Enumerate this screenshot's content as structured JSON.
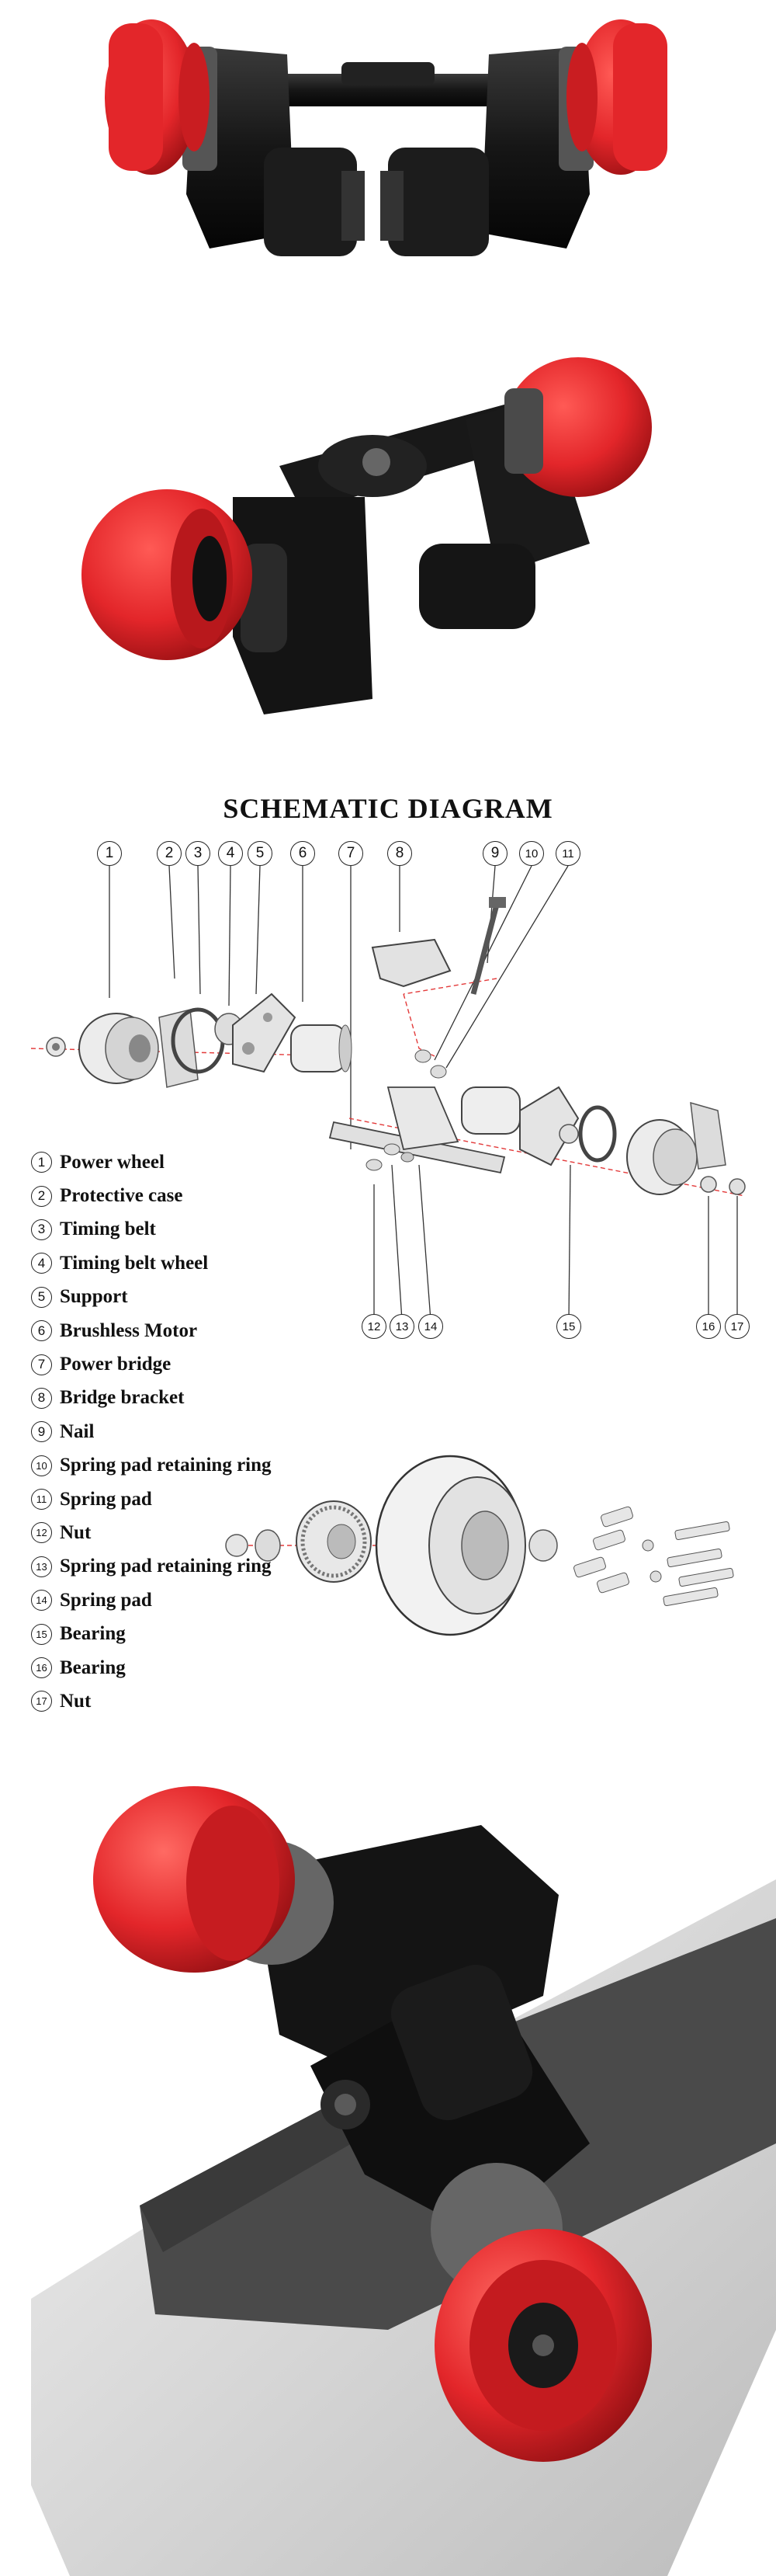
{
  "diagram": {
    "title": "SCHEMATIC DIAGRAM",
    "parts": [
      {
        "num": "1",
        "label": "Power wheel"
      },
      {
        "num": "2",
        "label": "Protective case"
      },
      {
        "num": "3",
        "label": "Timing belt"
      },
      {
        "num": "4",
        "label": "Timing belt wheel"
      },
      {
        "num": "5",
        "label": "Support"
      },
      {
        "num": "6",
        "label": "Brushless Motor"
      },
      {
        "num": "7",
        "label": "Power bridge"
      },
      {
        "num": "8",
        "label": "Bridge bracket"
      },
      {
        "num": "9",
        "label": "Nail"
      },
      {
        "num": "10",
        "label": "Spring pad retaining ring"
      },
      {
        "num": "11",
        "label": "Spring pad"
      },
      {
        "num": "12",
        "label": "Nut"
      },
      {
        "num": "13",
        "label": "Spring pad retaining ring"
      },
      {
        "num": "14",
        "label": "Spring pad"
      },
      {
        "num": "15",
        "label": "Bearing"
      },
      {
        "num": "16",
        "label": "Bearing"
      },
      {
        "num": "17",
        "label": "Nut"
      }
    ]
  },
  "colors": {
    "wheel_red": "#e3262a",
    "body_black": "#161616",
    "deck_gray": "#c9c9c9",
    "guide_red": "#e33a3a"
  },
  "icons": [
    "circled-number-icon"
  ]
}
